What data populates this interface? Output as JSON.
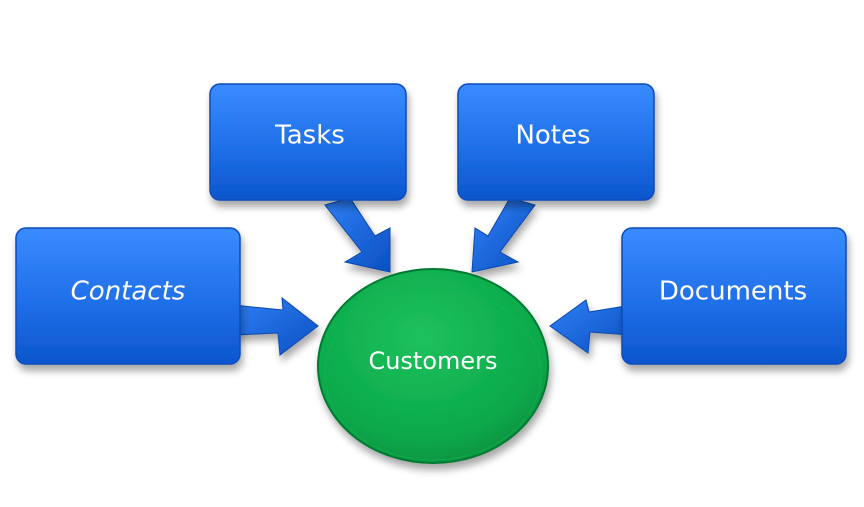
{
  "hub": {
    "label": "Customers",
    "color": "#0aa84a"
  },
  "nodes": {
    "tasks": {
      "label": "Tasks"
    },
    "notes": {
      "label": "Notes"
    },
    "contacts": {
      "label": "Contacts"
    },
    "documents": {
      "label": "Documents"
    }
  },
  "colors": {
    "box": "#1f74f0",
    "box_dark": "#0b4fc4",
    "hub": "#0aa84a",
    "hub_dark": "#077a36"
  }
}
